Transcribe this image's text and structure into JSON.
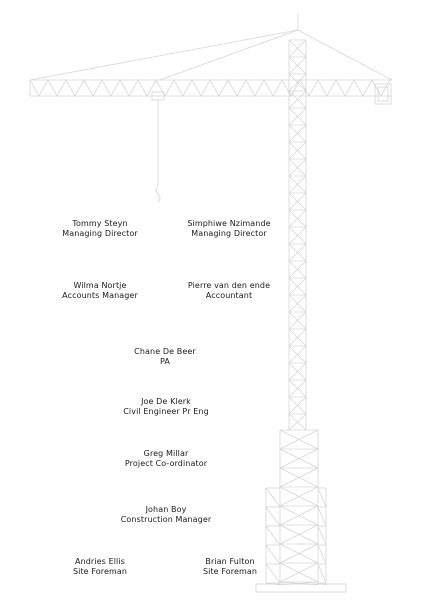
{
  "people": [
    {
      "name": "Tommy Steyn",
      "title": "Managing Director"
    },
    {
      "name": "Simphiwe Nzimande",
      "title": "Managing Director"
    },
    {
      "name": "Wilma Nortje",
      "title": "Accounts Manager"
    },
    {
      "name": "Pierre van den ende",
      "title": "Accountant"
    },
    {
      "name": "Chane De Beer",
      "title": "PA"
    },
    {
      "name": "Joe De Klerk",
      "title": "Civil Engineer Pr Eng"
    },
    {
      "name": "Greg Millar",
      "title": "Project Co-ordinator"
    },
    {
      "name": "Johan Boy",
      "title": "Construction Manager"
    },
    {
      "name": "Andries Ellis",
      "title": "Site Foreman"
    },
    {
      "name": "Brian Fulton",
      "title": "Site Foreman"
    }
  ],
  "colors": {
    "background": "#ffffff",
    "text": "#1a1a1a",
    "crane_line": "#d6d6d6"
  }
}
